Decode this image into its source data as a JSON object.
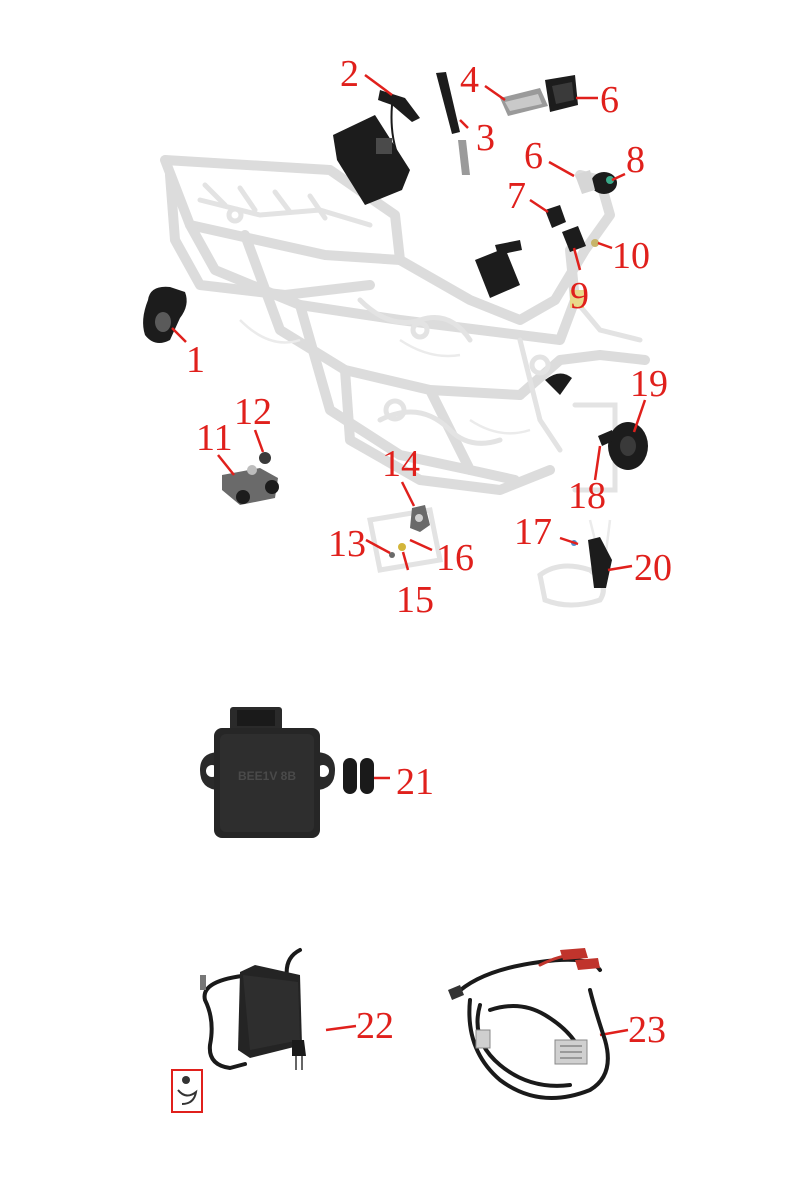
{
  "callouts": [
    {
      "id": "1",
      "label": "1"
    },
    {
      "id": "2",
      "label": "2"
    },
    {
      "id": "3",
      "label": "3"
    },
    {
      "id": "4",
      "label": "4"
    },
    {
      "id": "6a",
      "label": "6"
    },
    {
      "id": "6b",
      "label": "6"
    },
    {
      "id": "7",
      "label": "7"
    },
    {
      "id": "8",
      "label": "8"
    },
    {
      "id": "9",
      "label": "9"
    },
    {
      "id": "10",
      "label": "10"
    },
    {
      "id": "11",
      "label": "11"
    },
    {
      "id": "12",
      "label": "12"
    },
    {
      "id": "13",
      "label": "13"
    },
    {
      "id": "14",
      "label": "14"
    },
    {
      "id": "15",
      "label": "15"
    },
    {
      "id": "16",
      "label": "16"
    },
    {
      "id": "17",
      "label": "17"
    },
    {
      "id": "18",
      "label": "18"
    },
    {
      "id": "19",
      "label": "19"
    },
    {
      "id": "20",
      "label": "20"
    },
    {
      "id": "21",
      "label": "21"
    },
    {
      "id": "22",
      "label": "22"
    },
    {
      "id": "23",
      "label": "23"
    }
  ],
  "ecu_embossed_text": "BEE1V 8B",
  "colors": {
    "callout": "#e0201c",
    "frame": "#dcdcdc",
    "part_dark": "#1c1c1c"
  }
}
